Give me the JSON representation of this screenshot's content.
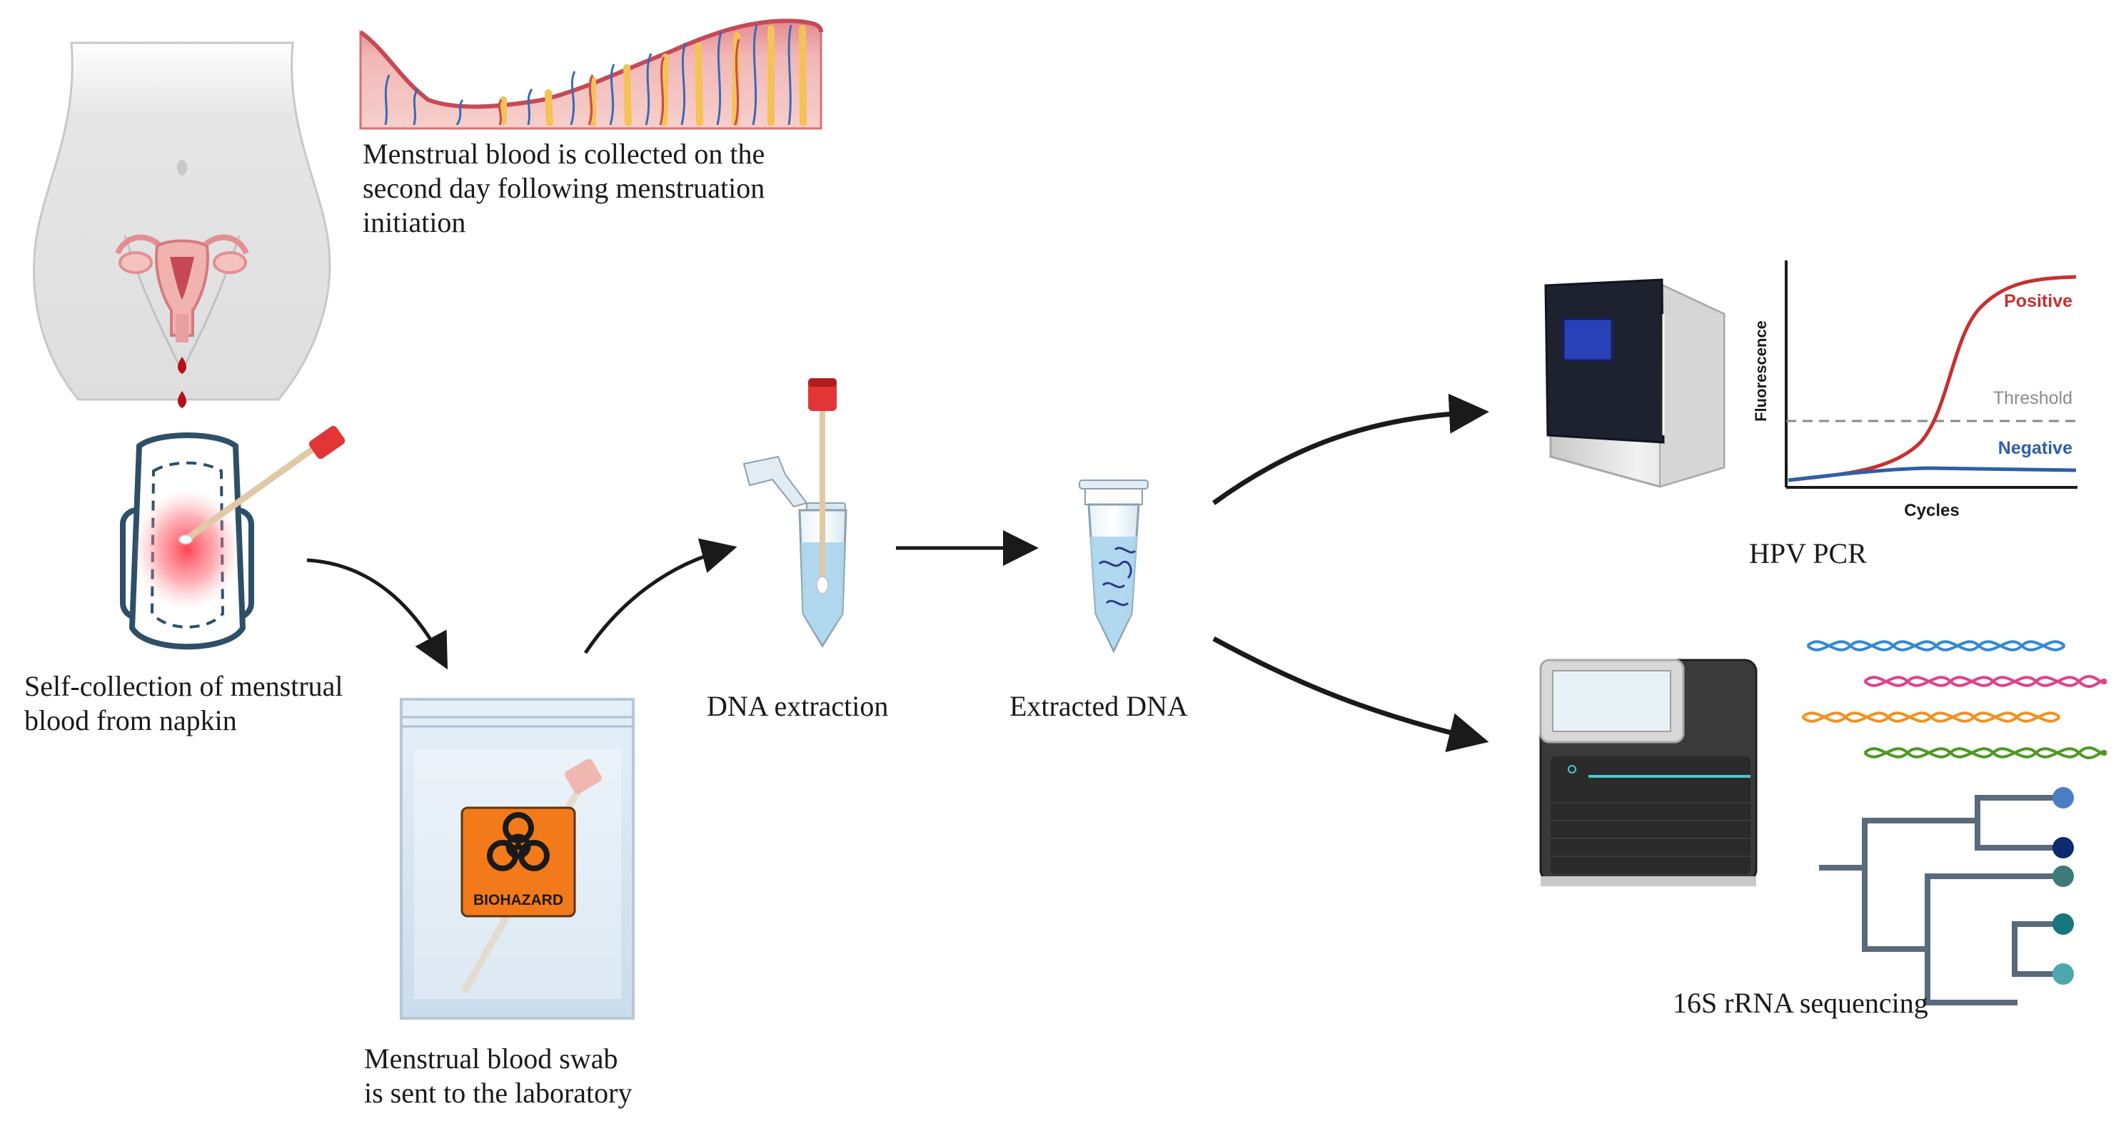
{
  "captions": {
    "uterine_lining": "Menstrual blood is collected on the\nsecond day following menstruation\ninitiation",
    "self_collection": "Self-collection of menstrual\nblood from napkin",
    "swab_sent": "Menstrual blood swab\nis sent to the laboratory",
    "dna_extraction": "DNA extraction",
    "extracted_dna": "Extracted DNA",
    "hpv_pcr": "HPV PCR",
    "sequencing": "16S rRNA sequencing"
  },
  "biohazard_label": "BIOHAZARD",
  "pcr_chart": {
    "ylabel": "Fluorescence",
    "xlabel": "Cycles",
    "positive_label": "Positive",
    "threshold_label": "Threshold",
    "negative_label": "Negative"
  },
  "colors": {
    "positive": "#c8302e",
    "negative": "#2e5fa8",
    "threshold": "#8a8a8a",
    "arrow": "#1a1a1a",
    "blood": "#b3121c",
    "biohazard_orange": "#f27a1a",
    "tube_liquid": "#a9d4ec",
    "tree_nodes": [
      "#4a7ec4",
      "#0d2a6e",
      "#3d7a78",
      "#15767e",
      "#4aa8ae"
    ],
    "dna_strands": [
      "#2f8ad6",
      "#e0408c",
      "#f0921e",
      "#4a9a1e"
    ]
  }
}
